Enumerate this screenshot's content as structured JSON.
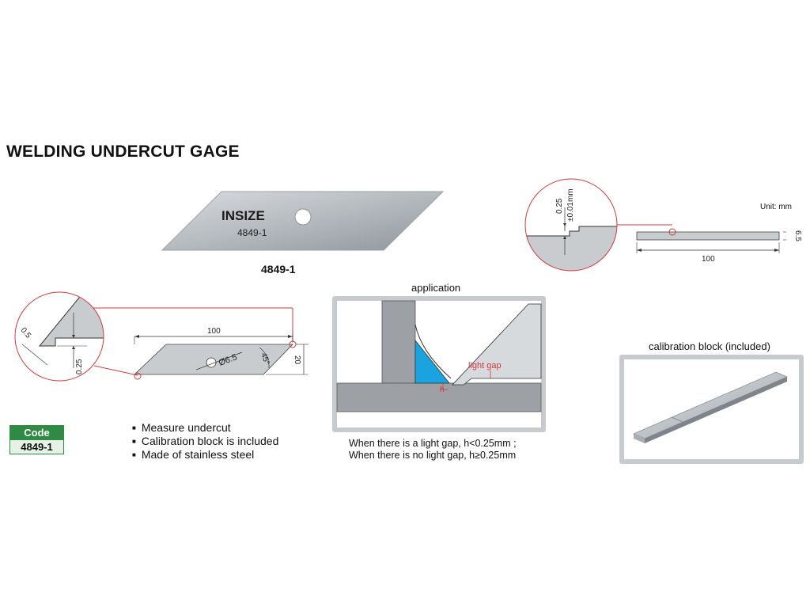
{
  "title": "WELDING UNDERCUT GAGE",
  "brand": "INSIZE",
  "model_on_blade": "4849-1",
  "model_label": "4849-1",
  "unit_label": "Unit: mm",
  "top_detail": {
    "step": "0.25",
    "tolerance": "±0.01mm",
    "length": "100",
    "thickness": "6.5"
  },
  "side_detail": {
    "tip": "0.5",
    "step": "0.25",
    "length": "100",
    "height": "20",
    "angle": "45°",
    "hole": "Ø6.5"
  },
  "application": {
    "title": "application",
    "light_gap_label": "light gap",
    "h_label": "h",
    "note_1": "When there is a light gap,  h<0.25mm ;",
    "note_2": "When there is no light gap,  h≥0.25mm"
  },
  "calibration": {
    "title": "calibration block (included)"
  },
  "code_table": {
    "header": "Code",
    "value": "4849-1"
  },
  "features": [
    "Measure undercut",
    "Calibration block is included",
    "Made of stainless steel"
  ],
  "colors": {
    "code_green": "#2f8a43",
    "callout_red": "#d23a3a",
    "weld_blue": "#1aa3de"
  }
}
